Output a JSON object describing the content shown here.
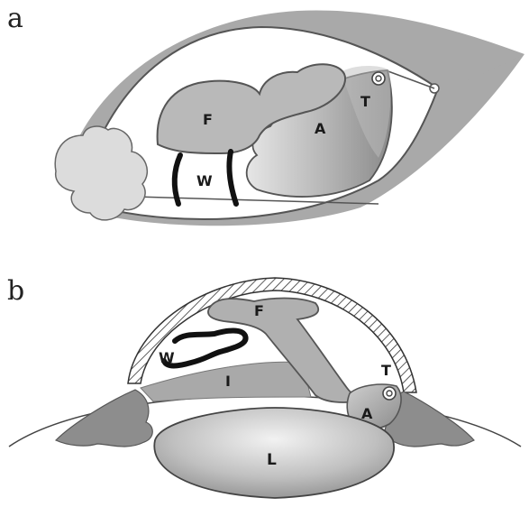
{
  "panels": [
    {
      "letter": "a",
      "labels": {
        "F": "F",
        "A": "A",
        "T": "T",
        "W": "W"
      }
    },
    {
      "letter": "b",
      "labels": {
        "F": "F",
        "W": "W",
        "I": "I",
        "T": "T",
        "A": "A",
        "L": "L"
      }
    }
  ],
  "colors": {
    "outline": "#555555",
    "capsule": "#a8a8a8",
    "fill": "#b9b9b9",
    "pale": "#dcdcdc",
    "ink": "#111111"
  }
}
